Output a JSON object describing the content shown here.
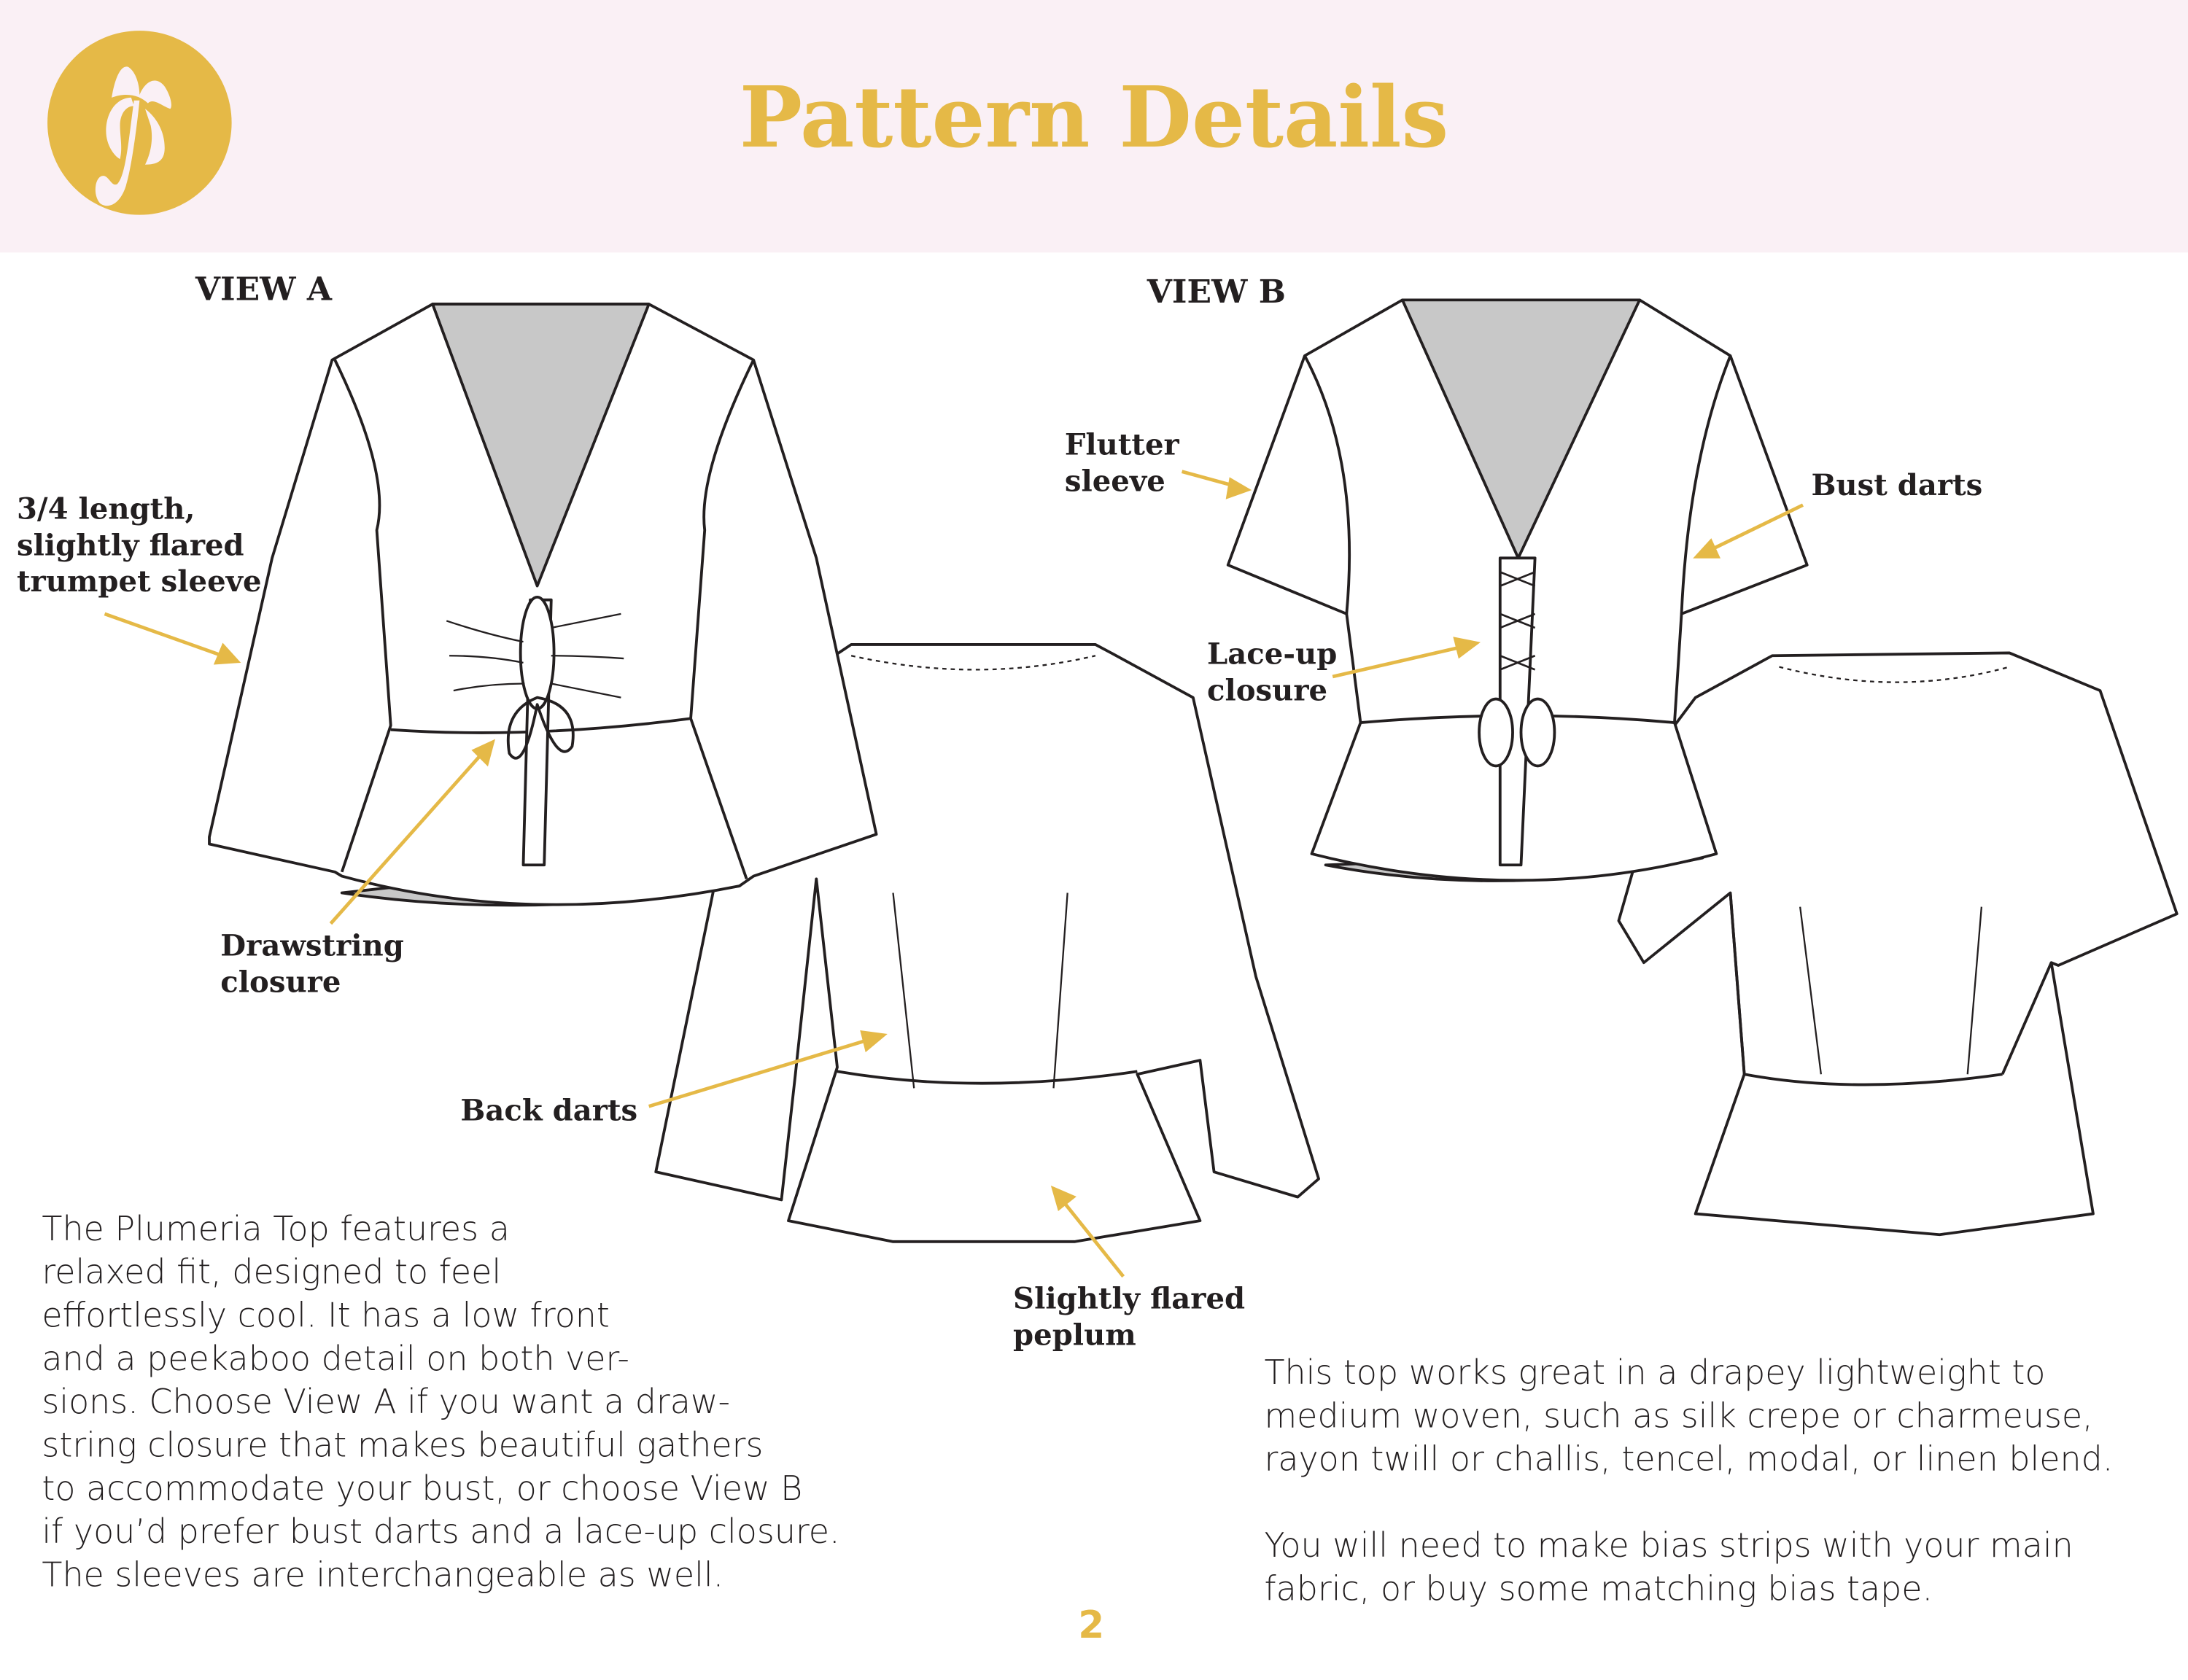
{
  "header": {
    "title": "Pattern Details",
    "logo_letter": "P"
  },
  "views": [
    {
      "label": "VIEW A"
    },
    {
      "label": "VIEW B"
    }
  ],
  "annotations": {
    "sleeve_a": "3/4 length,\nslightly flared\ntrumpet sleeve",
    "drawstring": "Drawstring\nclosure",
    "back_darts": "Back darts",
    "peplum": "Slightly flared\npeplum",
    "flutter": "Flutter\nsleeve",
    "lace_up": "Lace-up\nclosure",
    "bust_darts": "Bust darts"
  },
  "text": {
    "intro": "The Plumeria Top features a\nrelaxed fit, designed to feel\neffortlessly cool. It has a low front\nand a peekaboo detail on both ver-\nsions. Choose View A if you want a draw-\nstring closure that makes beautiful gathers\nto accommodate your bust, or choose View B\nif you’d prefer bust darts and a lace-up closure.\nThe sleeves are interchangeable as well.",
    "fabric": "This top works great in a drapey lightweight to\nmedium woven, such as silk crepe or charmeuse,\nrayon twill or challis, tencel, modal, or linen blend.\n\nYou will need to make bias strips with your main\nfabric, or buy some matching bias tape."
  },
  "page_number": "2",
  "colors": {
    "accent": "#e5b947",
    "header_bg": "#faf0f5",
    "lining": "#c8c8c8"
  }
}
